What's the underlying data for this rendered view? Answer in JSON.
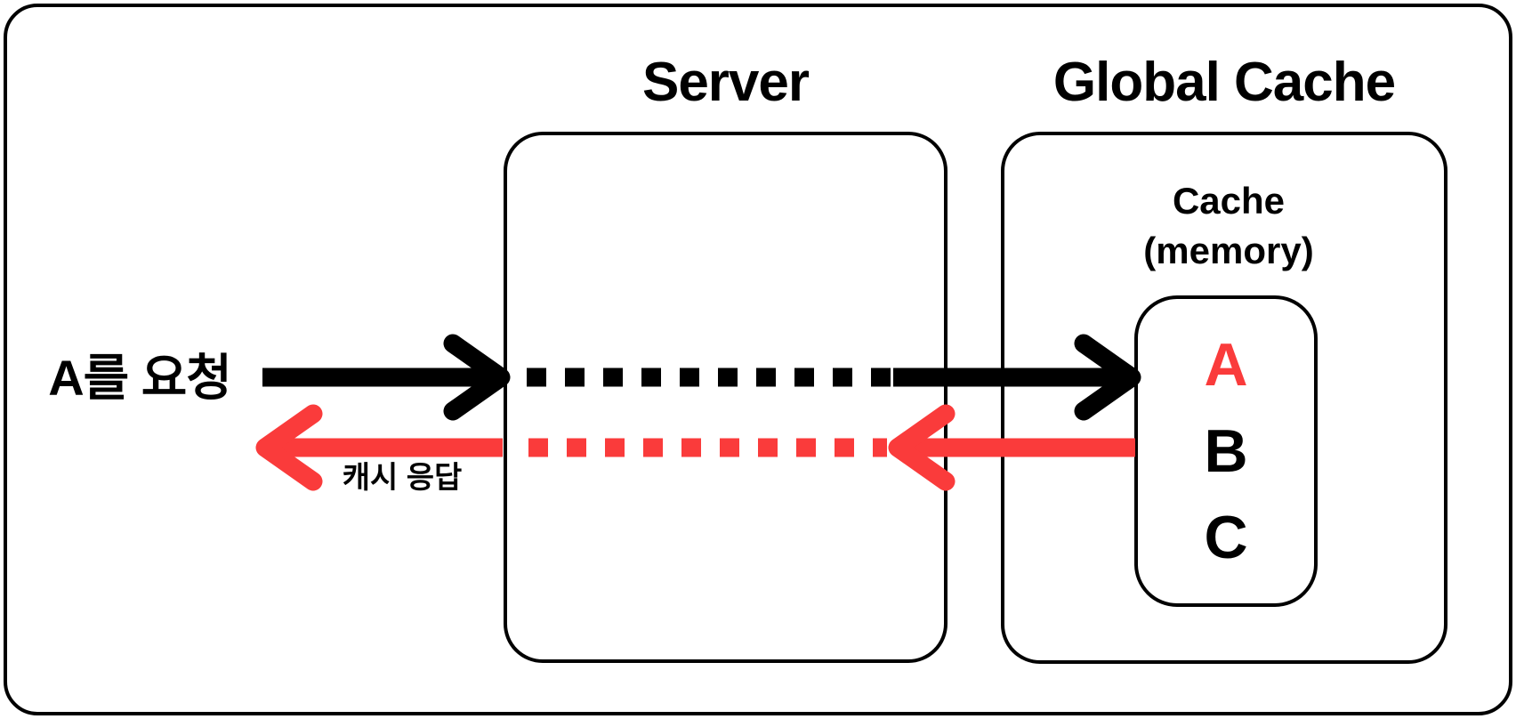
{
  "colors": {
    "black": "#000000",
    "red": "#FA3B3B",
    "background": "#ffffff"
  },
  "client": {
    "request_label": "A를 요청",
    "response_label": "캐시 응답"
  },
  "server": {
    "title": "Server"
  },
  "global_cache": {
    "title": "Global Cache",
    "memory_label_line1": "Cache",
    "memory_label_line2": "(memory)",
    "entries": [
      {
        "key": "A",
        "color": "#FA3B3B"
      },
      {
        "key": "B",
        "color": "#000000"
      },
      {
        "key": "C",
        "color": "#000000"
      }
    ]
  }
}
